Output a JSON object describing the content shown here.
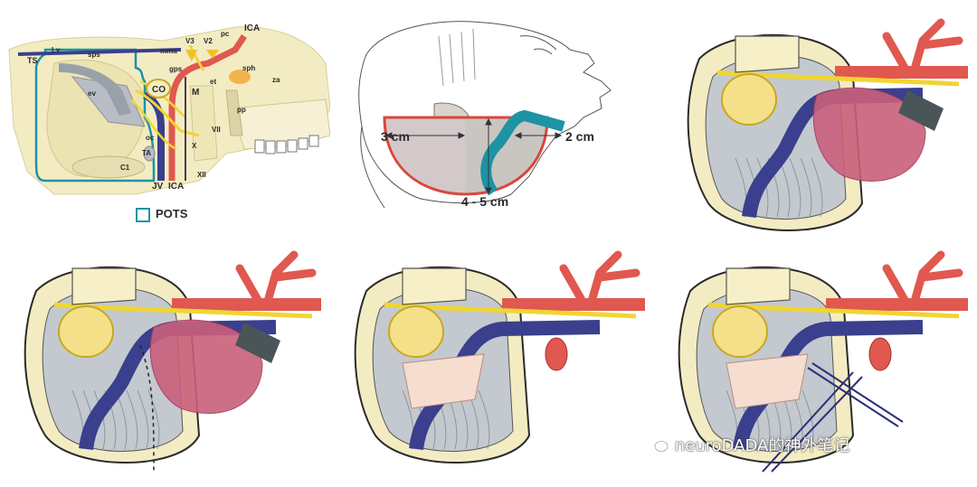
{
  "panel1": {
    "labels": {
      "ts": "TS",
      "lv": "Lv",
      "sps": "sps",
      "mma": "mma",
      "v3": "V3",
      "v2": "V2",
      "pc": "pc",
      "ica_top": "ICA",
      "gps": "gps",
      "ev": "ev",
      "co": "CO",
      "sph": "sph",
      "et": "et",
      "m": "M",
      "za": "za",
      "pp": "pp",
      "vii": "VII",
      "oc": "oc",
      "x": "X",
      "ta": "TA",
      "c1": "C1",
      "xii": "XII",
      "jv": "JV",
      "ica_bottom": "ICA"
    },
    "legend": "POTS"
  },
  "panel2": {
    "dim_left": "3 cm",
    "dim_right": "2 cm",
    "dim_bottom": "4 - 5 cm"
  },
  "watermark": "neuroDADA的神外笔记",
  "colors": {
    "skin": "#f3ecc3",
    "artery": "#e0584f",
    "vein": "#3a3f8e",
    "nerve": "#f0d533",
    "muscle": "#c9607c",
    "teal": "#1e93a3",
    "bone_gray": "#c3c9cf"
  }
}
